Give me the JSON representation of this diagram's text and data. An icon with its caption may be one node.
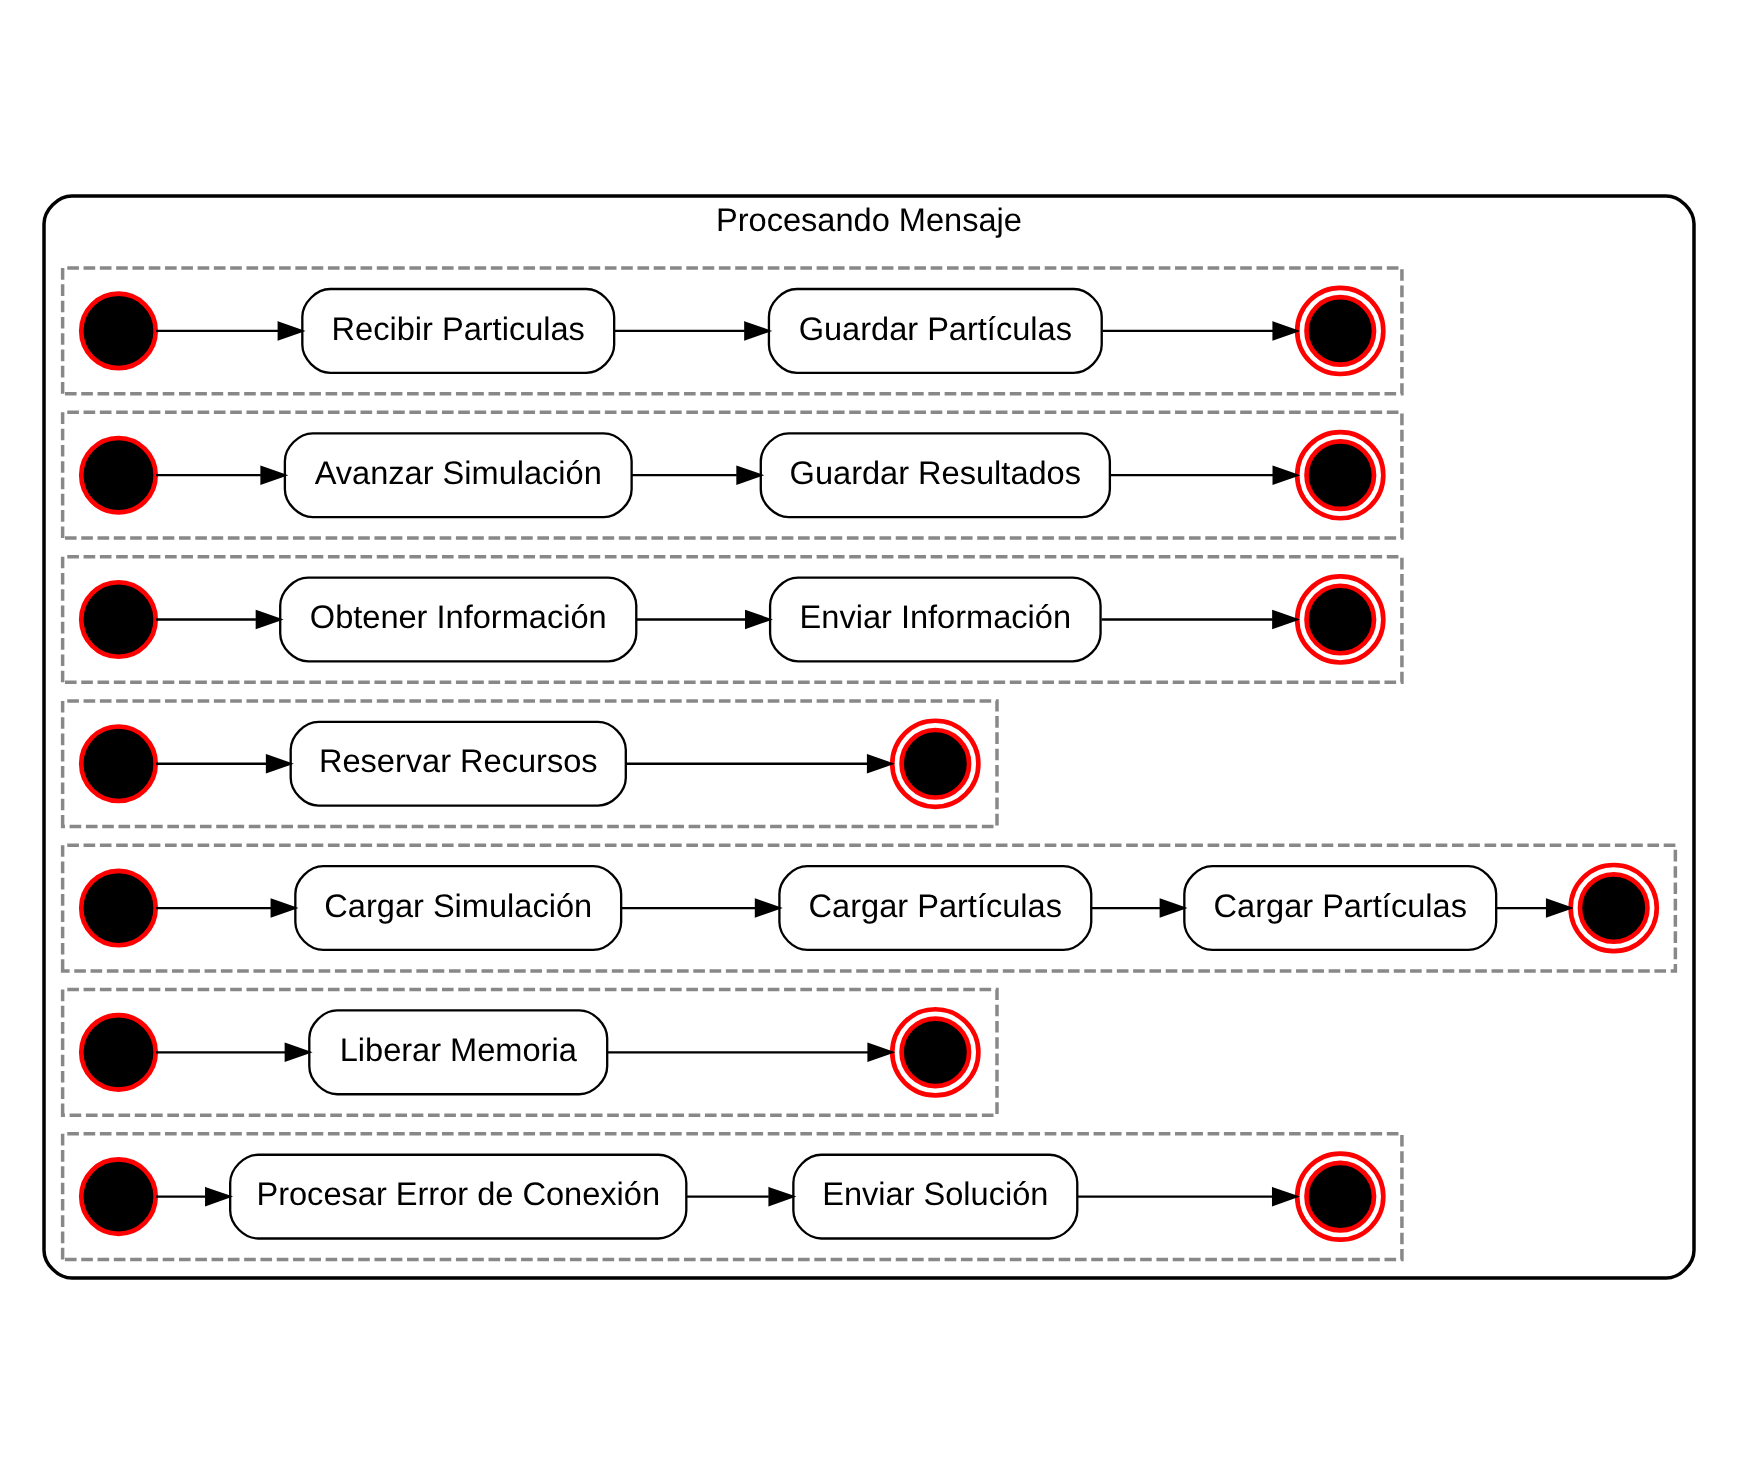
{
  "diagram": {
    "nodes": [
      {
        "text": [
          "Procesando Mensaje"
        ]
      },
      {
        "text": [],
        "shape": "band",
        "in": 0
      },
      {
        "text": [],
        "shape": "circle",
        "in": 1
      },
      {
        "text": [
          "Recibir Particulas"
        ],
        "in": 1
      },
      {
        "text": [
          "Guardar Partículas"
        ],
        "in": 1
      },
      {
        "text": [],
        "shape": "bullseye",
        "in": 1
      },
      {
        "text": [],
        "shape": "band",
        "in": 0
      },
      {
        "text": [],
        "shape": "circle",
        "in": 6
      },
      {
        "text": [
          "Avanzar Simulación"
        ],
        "in": 6
      },
      {
        "text": [
          "Guardar Resultados"
        ],
        "in": 6
      },
      {
        "text": [],
        "shape": "bullseye",
        "in": 6
      },
      {
        "text": [],
        "shape": "band",
        "in": 0
      },
      {
        "text": [],
        "shape": "circle",
        "in": 11
      },
      {
        "text": [
          "Obtener Información"
        ],
        "in": 11
      },
      {
        "text": [
          "Enviar Información"
        ],
        "in": 11
      },
      {
        "text": [],
        "shape": "bullseye",
        "in": 11
      },
      {
        "text": [],
        "shape": "band",
        "in": 0
      },
      {
        "text": [],
        "shape": "circle",
        "in": 16
      },
      {
        "text": [
          "Reservar Recursos"
        ],
        "in": 16
      },
      {
        "text": [],
        "shape": "bullseye",
        "in": 16
      },
      {
        "text": [],
        "shape": "band",
        "in": 0
      },
      {
        "text": [],
        "shape": "circle",
        "in": 20
      },
      {
        "text": [
          "Cargar Simulación"
        ],
        "in": 20
      },
      {
        "text": [
          "Cargar Partículas"
        ],
        "in": 20
      },
      {
        "text": [
          "Cargar Partículas"
        ],
        "in": 20
      },
      {
        "text": [],
        "shape": "bullseye",
        "in": 20
      },
      {
        "text": [],
        "shape": "band",
        "in": 0
      },
      {
        "text": [],
        "shape": "circle",
        "in": 26
      },
      {
        "text": [
          "Liberar Memoria"
        ],
        "in": 26
      },
      {
        "text": [],
        "shape": "bullseye",
        "in": 26
      },
      {
        "text": [],
        "shape": "band",
        "in": 0
      },
      {
        "text": [],
        "shape": "circle",
        "in": 30
      },
      {
        "text": [
          "Procesar Error de Conexión"
        ],
        "in": 30
      },
      {
        "text": [
          "Enviar Solución"
        ],
        "in": 30
      },
      {
        "text": [],
        "shape": "bullseye",
        "in": 30
      }
    ],
    "edges": [
      {
        "from": 2,
        "to": 3,
        "arrow": "to"
      },
      {
        "from": 3,
        "to": 4,
        "arrow": "to"
      },
      {
        "from": 4,
        "to": 5,
        "arrow": "to"
      },
      {
        "from": 7,
        "to": 8,
        "arrow": "to"
      },
      {
        "from": 8,
        "to": 9,
        "arrow": "to"
      },
      {
        "from": 9,
        "to": 10,
        "arrow": "to"
      },
      {
        "from": 12,
        "to": 13,
        "arrow": "to"
      },
      {
        "from": 13,
        "to": 14,
        "arrow": "to"
      },
      {
        "from": 14,
        "to": 15,
        "arrow": "to"
      },
      {
        "from": 17,
        "to": 18,
        "arrow": "to"
      },
      {
        "from": 18,
        "to": 19,
        "arrow": "to"
      },
      {
        "from": 21,
        "to": 22,
        "arrow": "to"
      },
      {
        "from": 22,
        "to": 23,
        "arrow": "to"
      },
      {
        "from": 23,
        "to": 24,
        "arrow": "to"
      },
      {
        "from": 24,
        "to": 25,
        "arrow": "to"
      },
      {
        "from": 27,
        "to": 28,
        "arrow": "to"
      },
      {
        "from": 28,
        "to": 29,
        "arrow": "to"
      },
      {
        "from": 31,
        "to": 32,
        "arrow": "to"
      },
      {
        "from": 32,
        "to": 33,
        "arrow": "to"
      },
      {
        "from": 33,
        "to": 34,
        "arrow": "to"
      }
    ]
  }
}
